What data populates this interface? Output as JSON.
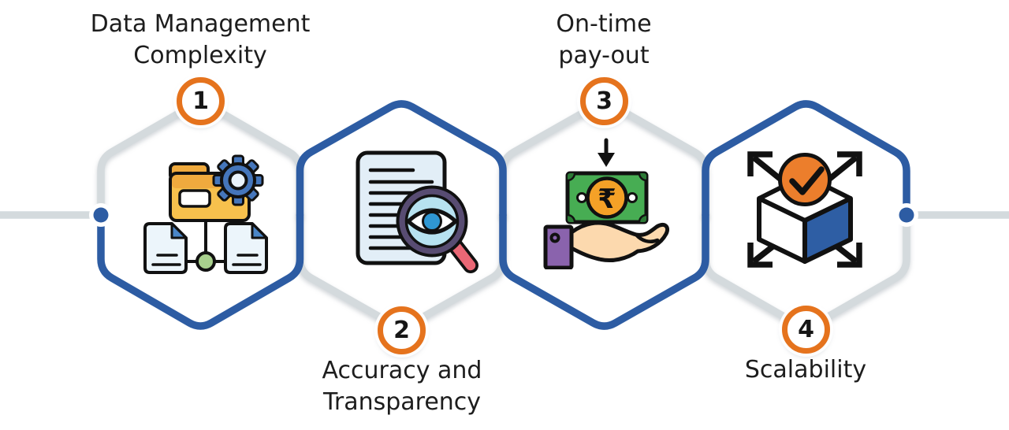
{
  "palette": {
    "hex_blue": "#2d5ca3",
    "hex_gray": "#d4dadd",
    "badge_orange": "#e5731d",
    "connector_dot_blue": "#2d5ca3",
    "text": "#1d1d1d",
    "background": "#ffffff"
  },
  "steps": [
    {
      "number": "1",
      "title": "Data Management\nComplexity",
      "label_position": "top",
      "icon": "folder-gear-documents-icon"
    },
    {
      "number": "2",
      "title": "Accuracy and\nTransparency",
      "label_position": "bottom",
      "icon": "document-magnifier-eye-icon"
    },
    {
      "number": "3",
      "title": "On-time\npay-out",
      "label_position": "top",
      "icon": "cash-payout-hand-icon"
    },
    {
      "number": "4",
      "title": "Scalability",
      "label_position": "bottom",
      "icon": "expand-cube-checkmark-icon"
    }
  ],
  "icon_text": {
    "rupee_symbol": "₹"
  },
  "icon_colors": {
    "outline_black": "#111111",
    "folder_yellow": "#f7c14d",
    "folder_tab": "#efaa3e",
    "gear_blue": "#4576bb",
    "gear_hub": "#eaf3fb",
    "document_fill": "#ecf5fb",
    "document_fold_blue": "#4a86c8",
    "node_green": "#a9d18e",
    "page_fill": "#e2eef7",
    "magnifier_rim_purple": "#584c72",
    "lens_blue": "#b7e2f0",
    "iris_blue": "#2f97d3",
    "handle_red": "#ea6775",
    "note_green": "#47ad53",
    "note_corner_green": "#2c7a36",
    "coin_orange": "#f4a127",
    "hand_skin": "#fcd9ae",
    "cuff_purple": "#8a63ad",
    "cube_blue": "#2e5ea4",
    "check_circle_orange": "#ec7e2c"
  }
}
